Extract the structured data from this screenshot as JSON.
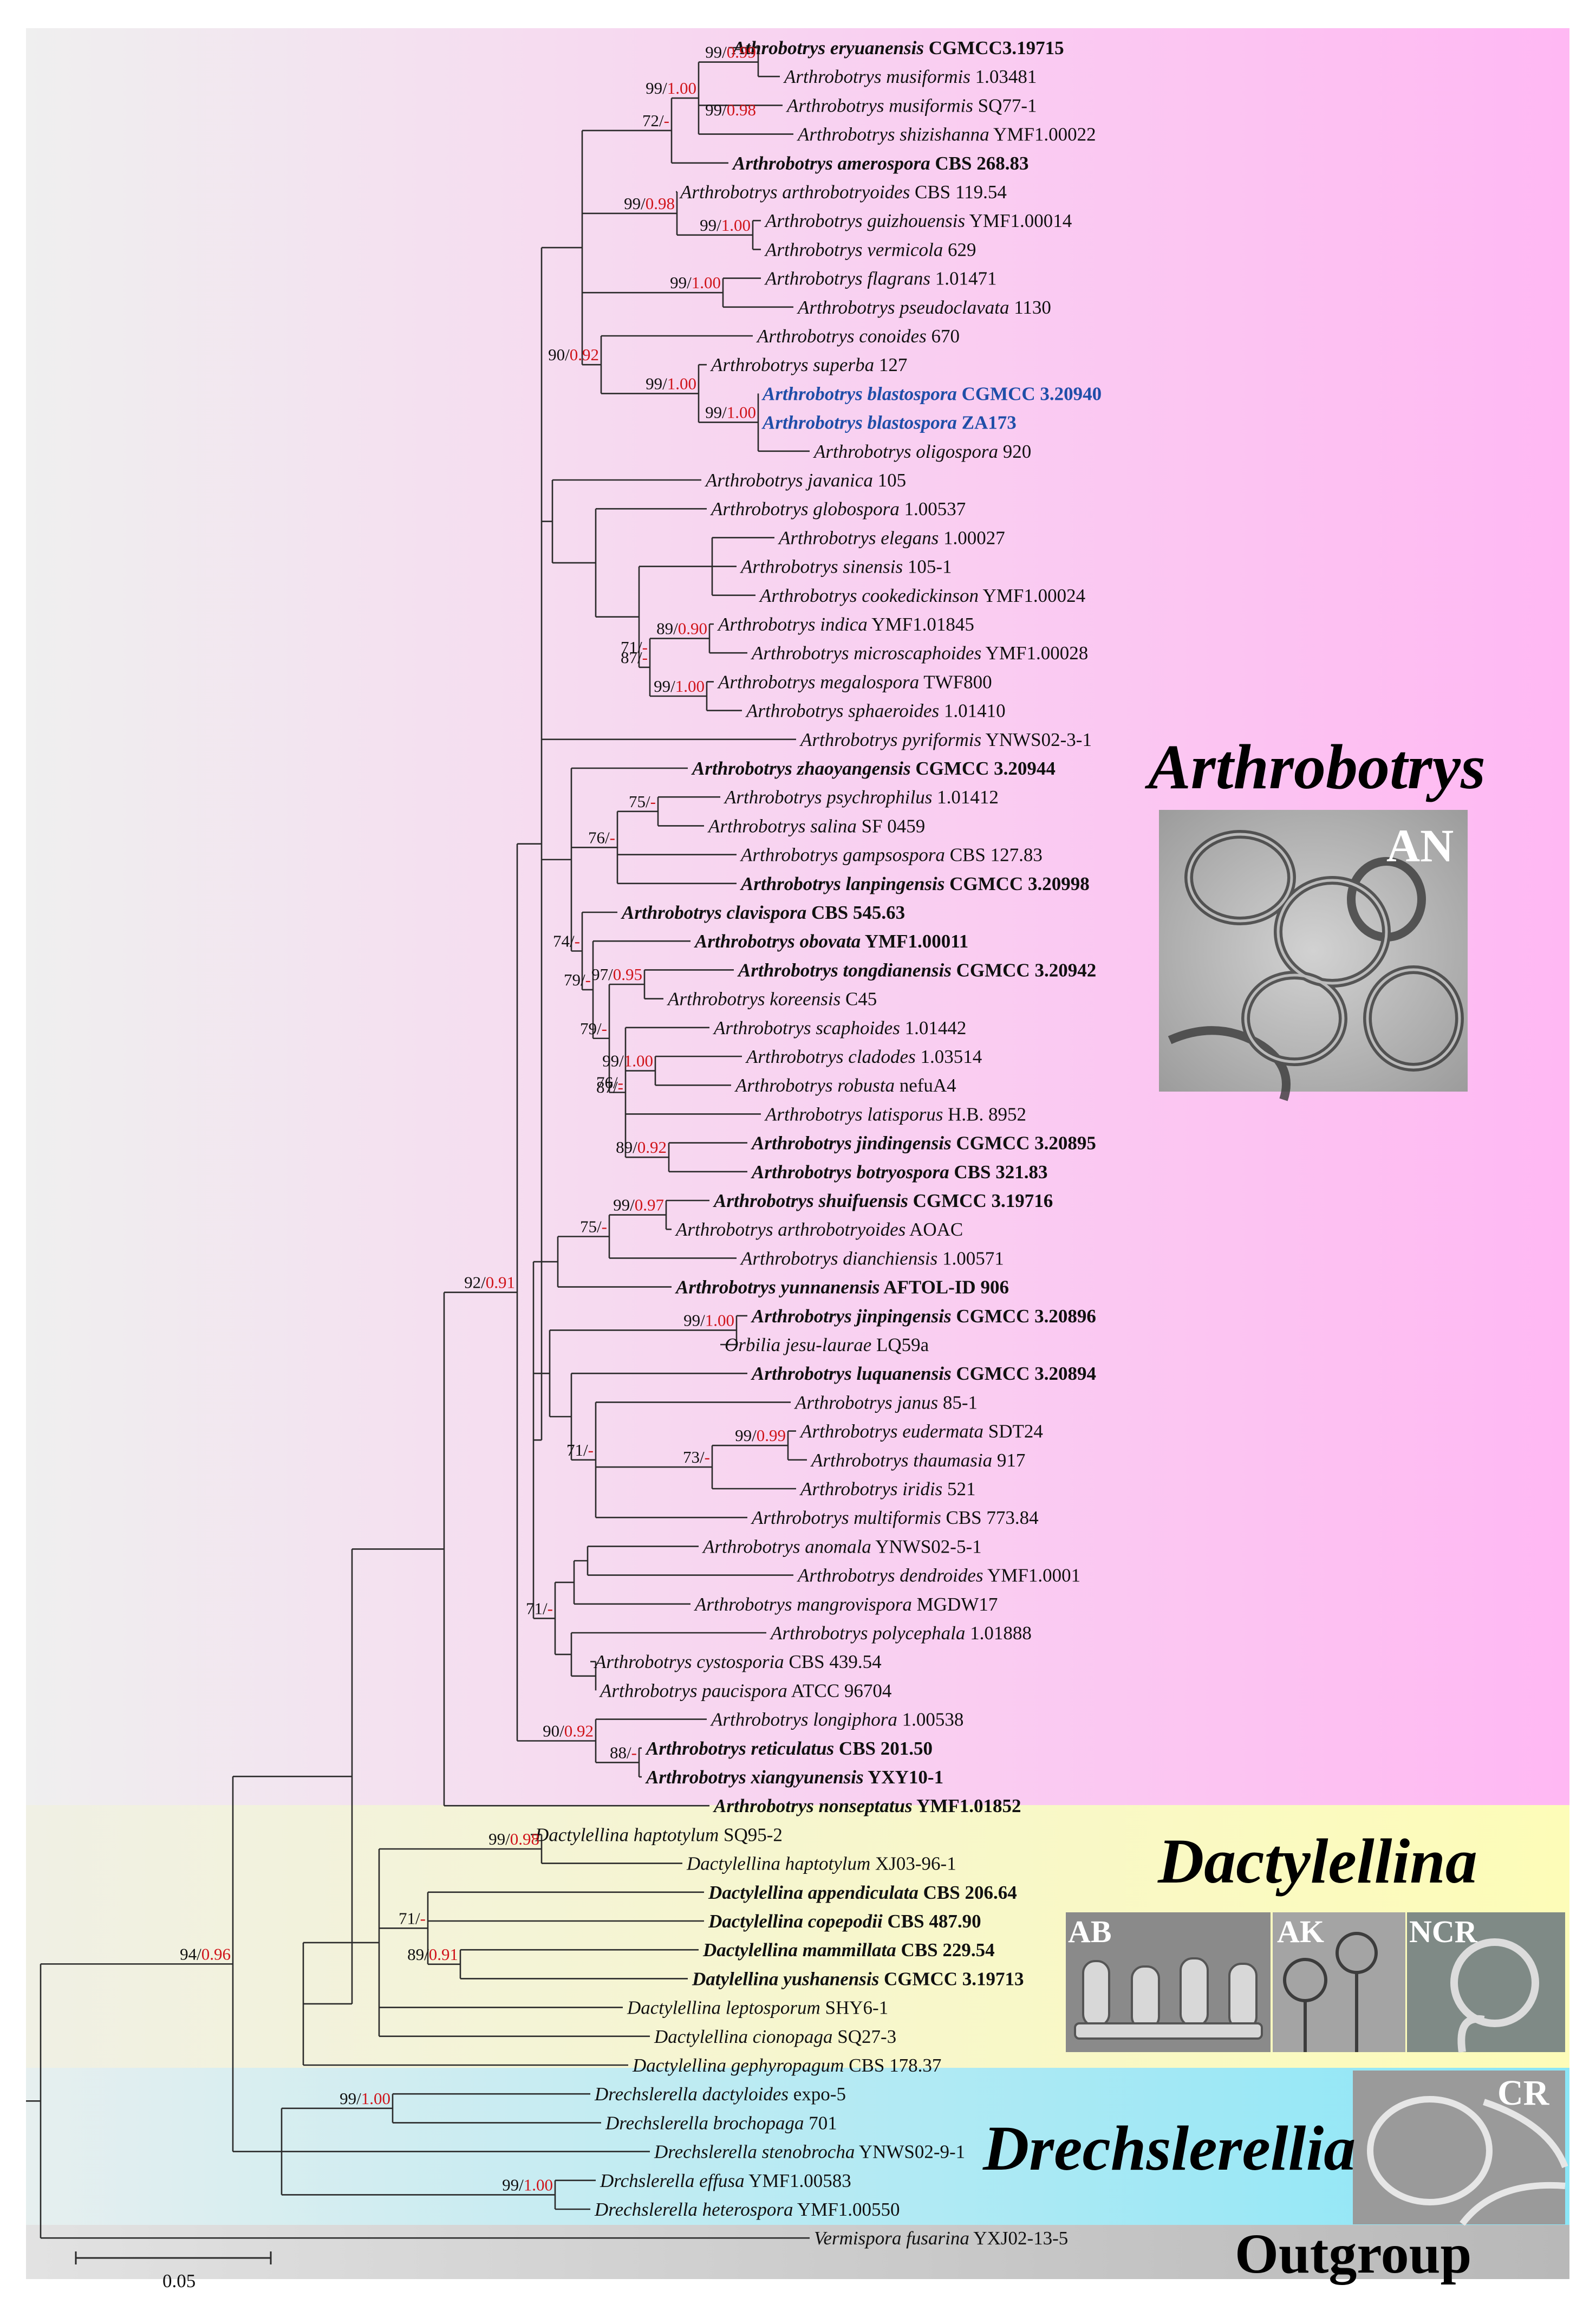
{
  "clades": {
    "arthrobotrys": "Arthrobotrys",
    "dactylellina": "Dactylellina",
    "drechslerellia": "Drechslerellia",
    "outgroup": "Outgroup"
  },
  "photo_labels": [
    "AN",
    "AB",
    "AK",
    "NCR",
    "CR"
  ],
  "scale_bar_label": "0.05",
  "colors": {
    "arthrobotrys_band_left": "#efefef",
    "arthrobotrys_band_right": "#ffb8f3",
    "dactylellina_band": "#fdfcb8",
    "drechslerellia_band": "#8ae6f7",
    "outgroup_band": "#c9c9c9",
    "support_bayes": "#d0141a",
    "highlight_taxa": "#1f4ea8"
  },
  "taxa": [
    {
      "genus": "Athrobotrys",
      "epithet": "eryuanensis",
      "strain": "CGMCC3.19715",
      "bold": true
    },
    {
      "genus": "Arthrobotrys",
      "epithet": "musiformis",
      "strain": "1.03481"
    },
    {
      "genus": "Arthrobotrys",
      "epithet": "musiformis",
      "strain": "SQ77-1"
    },
    {
      "genus": "Arthrobotrys",
      "epithet": "shizishanna",
      "strain": "YMF1.00022"
    },
    {
      "genus": "Arthrobotrys",
      "epithet": "amerospora",
      "strain": "CBS 268.83",
      "bold": true
    },
    {
      "genus": "Arthrobotrys",
      "epithet": "arthrobotryoides",
      "strain": "CBS 119.54"
    },
    {
      "genus": "Arthrobotrys",
      "epithet": "guizhouensis",
      "strain": "YMF1.00014"
    },
    {
      "genus": "Arthrobotrys",
      "epithet": "vermicola",
      "strain": "629"
    },
    {
      "genus": "Arthrobotrys",
      "epithet": "flagrans",
      "strain": "1.01471"
    },
    {
      "genus": "Arthrobotrys",
      "epithet": "pseudoclavata",
      "strain": "1130"
    },
    {
      "genus": "Arthrobotrys",
      "epithet": "conoides",
      "strain": "670"
    },
    {
      "genus": "Arthrobotrys",
      "epithet": "superba",
      "strain": "127"
    },
    {
      "genus": "Arthrobotrys",
      "epithet": "blastospora",
      "strain": "CGMCC 3.20940",
      "bold": true,
      "blue": true
    },
    {
      "genus": "Arthrobotrys",
      "epithet": "blastospora",
      "strain": "ZA173",
      "bold": true,
      "blue": true
    },
    {
      "genus": "Arthrobotrys",
      "epithet": "oligospora",
      "strain": "920"
    },
    {
      "genus": "Arthrobotrys",
      "epithet": "javanica",
      "strain": "105"
    },
    {
      "genus": "Arthrobotrys",
      "epithet": "globospora",
      "strain": "1.00537"
    },
    {
      "genus": "Arthrobotrys",
      "epithet": "elegans",
      "strain": "1.00027"
    },
    {
      "genus": "Arthrobotrys",
      "epithet": "sinensis",
      "strain": "105-1"
    },
    {
      "genus": "Arthrobotrys",
      "epithet": "cookedickinson",
      "strain": "YMF1.00024"
    },
    {
      "genus": "Arthrobotrys",
      "epithet": "indica",
      "strain": "YMF1.01845"
    },
    {
      "genus": "Arthrobotrys",
      "epithet": "microscaphoides",
      "strain": "YMF1.00028"
    },
    {
      "genus": "Arthrobotrys",
      "epithet": "megalospora",
      "strain": "TWF800"
    },
    {
      "genus": "Arthrobotrys",
      "epithet": "sphaeroides",
      "strain": "1.01410"
    },
    {
      "genus": "Arthrobotrys",
      "epithet": "pyriformis",
      "strain": "YNWS02-3-1"
    },
    {
      "genus": "Arthrobotrys",
      "epithet": "zhaoyangensis",
      "strain": "CGMCC 3.20944",
      "bold": true
    },
    {
      "genus": "Arthrobotrys",
      "epithet": "psychrophilus",
      "strain": "1.01412"
    },
    {
      "genus": "Arthrobotrys",
      "epithet": "salina",
      "strain": "SF 0459"
    },
    {
      "genus": "Arthrobotrys",
      "epithet": "gampsospora",
      "strain": "CBS 127.83"
    },
    {
      "genus": "Arthrobotrys",
      "epithet": "lanpingensis",
      "strain": "CGMCC 3.20998",
      "bold": true
    },
    {
      "genus": "Arthrobotrys",
      "epithet": "clavispora",
      "strain": "CBS 545.63",
      "bold": true
    },
    {
      "genus": "Arthrobotrys",
      "epithet": "obovata",
      "strain": "YMF1.00011",
      "bold": true
    },
    {
      "genus": "Arthrobotrys",
      "epithet": "tongdianensis",
      "strain": "CGMCC 3.20942",
      "bold": true
    },
    {
      "genus": "Arthrobotrys",
      "epithet": "koreensis",
      "strain": "C45"
    },
    {
      "genus": "Arthrobotrys",
      "epithet": "scaphoides",
      "strain": "1.01442"
    },
    {
      "genus": "Arthrobotrys",
      "epithet": "cladodes",
      "strain": "1.03514"
    },
    {
      "genus": "Arthrobotrys",
      "epithet": "robusta",
      "strain": "nefuA4"
    },
    {
      "genus": "Arthrobotrys",
      "epithet": "latisporus",
      "strain": "H.B. 8952"
    },
    {
      "genus": "Arthrobotrys",
      "epithet": "jindingensis",
      "strain": "CGMCC 3.20895",
      "bold": true
    },
    {
      "genus": "Arthrobotrys",
      "epithet": "botryospora",
      "strain": "CBS 321.83",
      "bold": true
    },
    {
      "genus": "Arthrobotrys",
      "epithet": "shuifuensis",
      "strain": "CGMCC 3.19716",
      "bold": true
    },
    {
      "genus": "Arthrobotrys",
      "epithet": "arthrobotryoides",
      "strain": "AOAC"
    },
    {
      "genus": "Arthrobotrys",
      "epithet": "dianchiensis",
      "strain": "1.00571"
    },
    {
      "genus": "Arthrobotrys",
      "epithet": "yunnanensis",
      "strain": "AFTOL-ID 906",
      "bold": true
    },
    {
      "genus": "Arthrobotrys",
      "epithet": "jinpingensis",
      "strain": "CGMCC 3.20896",
      "bold": true
    },
    {
      "genus": "Orbilia",
      "epithet": "jesu-laurae",
      "strain": "LQ59a"
    },
    {
      "genus": "Arthrobotrys",
      "epithet": "luquanensis",
      "strain": "CGMCC 3.20894",
      "bold": true
    },
    {
      "genus": "Arthrobotrys",
      "epithet": "janus",
      "strain": "85-1"
    },
    {
      "genus": "Arthrobotrys",
      "epithet": "eudermata",
      "strain": "SDT24"
    },
    {
      "genus": "Arthrobotrys",
      "epithet": "thaumasia",
      "strain": "917"
    },
    {
      "genus": "Arthrobotrys",
      "epithet": "iridis",
      "strain": "521"
    },
    {
      "genus": "Arthrobotrys",
      "epithet": "multiformis",
      "strain": "CBS 773.84"
    },
    {
      "genus": "Arthrobotrys",
      "epithet": "anomala",
      "strain": "YNWS02-5-1"
    },
    {
      "genus": "Arthrobotrys",
      "epithet": "dendroides",
      "strain": "YMF1.0001"
    },
    {
      "genus": "Arthrobotrys",
      "epithet": "mangrovispora",
      "strain": "MGDW17"
    },
    {
      "genus": "Arthrobotrys",
      "epithet": "polycephala",
      "strain": "1.01888"
    },
    {
      "genus": "Arthrobotrys",
      "epithet": "cystosporia",
      "strain": "CBS 439.54"
    },
    {
      "genus": "Arthrobotrys",
      "epithet": "paucispora",
      "strain": "ATCC 96704"
    },
    {
      "genus": "Arthrobotrys",
      "epithet": "longiphora",
      "strain": "1.00538"
    },
    {
      "genus": "Arthrobotrys",
      "epithet": "reticulatus",
      "strain": "CBS 201.50",
      "bold": true
    },
    {
      "genus": "Arthrobotrys",
      "epithet": "xiangyunensis",
      "strain": "YXY10-1",
      "bold": true
    },
    {
      "genus": "Arthrobotrys",
      "epithet": "nonseptatus",
      "strain": "YMF1.01852",
      "bold": true
    },
    {
      "genus": "Dactylellina",
      "epithet": "haptotylum",
      "strain": "SQ95-2"
    },
    {
      "genus": "Dactylellina",
      "epithet": "haptotylum",
      "strain": "XJ03-96-1"
    },
    {
      "genus": "Dactylellina",
      "epithet": "appendiculata",
      "strain": "CBS 206.64",
      "bold": true
    },
    {
      "genus": "Dactylellina",
      "epithet": "copepodii",
      "strain": "CBS 487.90",
      "bold": true
    },
    {
      "genus": "Dactylellina",
      "epithet": "mammillata",
      "strain": "CBS 229.54",
      "bold": true
    },
    {
      "genus": "Datylellina",
      "epithet": "yushanensis",
      "strain": "CGMCC 3.19713",
      "bold": true
    },
    {
      "genus": "Dactylellina",
      "epithet": "leptosporum",
      "strain": "SHY6-1"
    },
    {
      "genus": "Dactylellina",
      "epithet": "cionopaga",
      "strain": "SQ27-3"
    },
    {
      "genus": "Dactylellina",
      "epithet": "gephyropagum",
      "strain": "CBS 178.37"
    },
    {
      "genus": "Drechslerella",
      "epithet": "dactyloides",
      "strain": "expo-5"
    },
    {
      "genus": "Drechslerella",
      "epithet": "brochopaga",
      "strain": "701"
    },
    {
      "genus": "Drechslerella",
      "epithet": "stenobrocha",
      "strain": "YNWS02-9-1"
    },
    {
      "genus": "Drchslerella",
      "epithet": "effusa",
      "strain": "YMF1.00583"
    },
    {
      "genus": "Drechslerella",
      "epithet": "heterospora",
      "strain": "YMF1.00550"
    },
    {
      "genus": "Vermispora",
      "epithet": "fusarina",
      "strain": "YXJ02-13-5"
    }
  ],
  "supports": [
    {
      "ml": "99",
      "bpp": "0.99"
    },
    {
      "ml": "99",
      "bpp": "1.00"
    },
    {
      "ml": "99",
      "bpp": "0.98"
    },
    {
      "ml": "72",
      "bpp": "-"
    },
    {
      "ml": "99",
      "bpp": "0.98"
    },
    {
      "ml": "99",
      "bpp": "1.00"
    },
    {
      "ml": "99",
      "bpp": "1.00"
    },
    {
      "ml": "90",
      "bpp": "0.92"
    },
    {
      "ml": "99",
      "bpp": "1.00"
    },
    {
      "ml": "99",
      "bpp": "1.00"
    },
    {
      "ml": "87",
      "bpp": "-"
    },
    {
      "ml": "89",
      "bpp": "0.90"
    },
    {
      "ml": "71",
      "bpp": "-"
    },
    {
      "ml": "99",
      "bpp": "1.00"
    },
    {
      "ml": "75",
      "bpp": "-"
    },
    {
      "ml": "76",
      "bpp": "-"
    },
    {
      "ml": "74",
      "bpp": "-"
    },
    {
      "ml": "79",
      "bpp": "-"
    },
    {
      "ml": "97",
      "bpp": "0.95"
    },
    {
      "ml": "79",
      "bpp": "-"
    },
    {
      "ml": "76",
      "bpp": "-"
    },
    {
      "ml": "99",
      "bpp": "1.00"
    },
    {
      "ml": "87",
      "bpp": "-"
    },
    {
      "ml": "89",
      "bpp": "0.92"
    },
    {
      "ml": "99",
      "bpp": "0.97"
    },
    {
      "ml": "75",
      "bpp": "-"
    },
    {
      "ml": "99",
      "bpp": "1.00"
    },
    {
      "ml": "71",
      "bpp": "-"
    },
    {
      "ml": "99",
      "bpp": "0.99"
    },
    {
      "ml": "73",
      "bpp": "-"
    },
    {
      "ml": "71",
      "bpp": "-"
    },
    {
      "ml": "92",
      "bpp": "0.91"
    },
    {
      "ml": "90",
      "bpp": "0.92"
    },
    {
      "ml": "88",
      "bpp": "-"
    },
    {
      "ml": "99",
      "bpp": "0.98"
    },
    {
      "ml": "71",
      "bpp": "-"
    },
    {
      "ml": "89",
      "bpp": "0.91"
    },
    {
      "ml": "94",
      "bpp": "0.96"
    },
    {
      "ml": "99",
      "bpp": "1.00"
    },
    {
      "ml": "99",
      "bpp": "1.00"
    }
  ]
}
